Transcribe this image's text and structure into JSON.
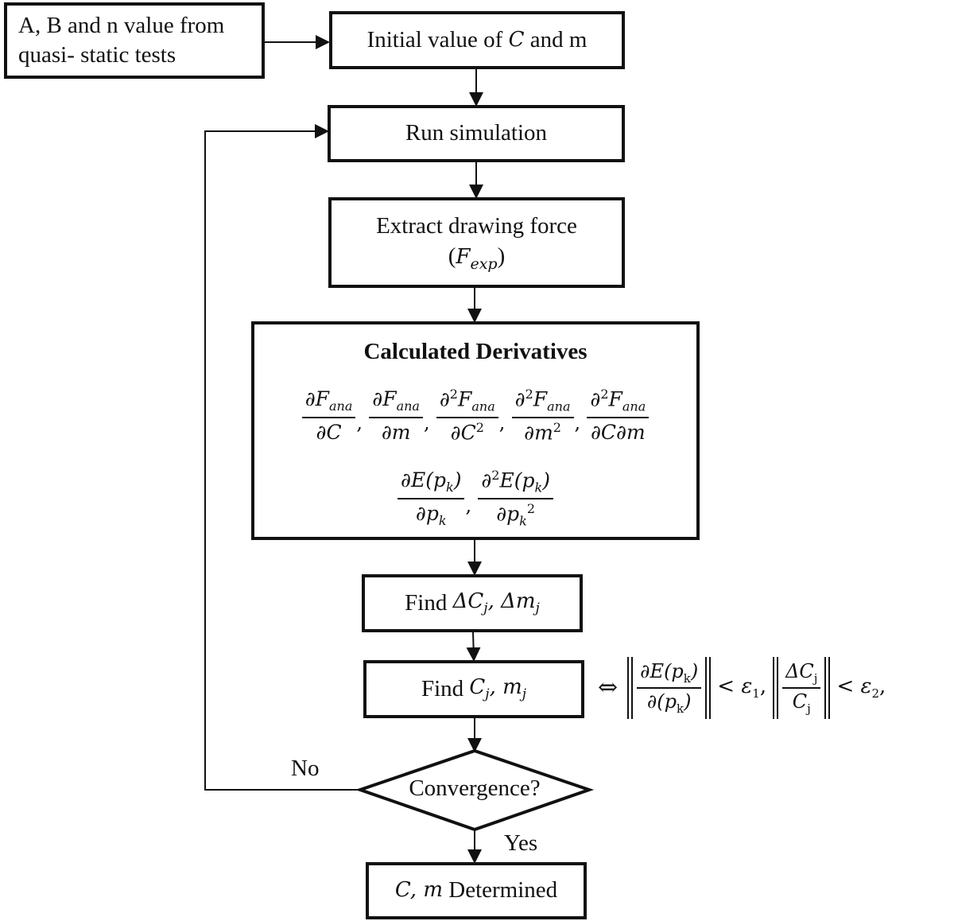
{
  "nodes": {
    "input": {
      "line1": "A, B and n value from",
      "line2": "quasi- static tests"
    },
    "initial": {
      "prefix": "Initial value of ",
      "var_c": "C",
      "suffix": " and m"
    },
    "run": {
      "label": "Run simulation"
    },
    "extract": {
      "line1": "Extract drawing force",
      "paren_open": "(",
      "sym": "F",
      "sub": "exp",
      "paren_close": ")"
    },
    "derivatives": {
      "title": "Calculated Derivatives",
      "row1": [
        {
          "num": "∂F",
          "num_sub": "ana",
          "den": "∂C"
        },
        {
          "num": "∂F",
          "num_sub": "ana",
          "den": "∂m"
        },
        {
          "num_pre": "∂",
          "num_sup": "2",
          "num": "F",
          "num_sub": "ana",
          "den": "∂C",
          "den_sup": "2"
        },
        {
          "num_pre": "∂",
          "num_sup": "2",
          "num": "F",
          "num_sub": "ana",
          "den": "∂m",
          "den_sup": "2"
        },
        {
          "num_pre": "∂",
          "num_sup": "2",
          "num": "F",
          "num_sub": "ana",
          "den": "∂C∂m"
        }
      ],
      "row2": [
        {
          "num": "∂E(p",
          "num_sub": "k",
          "num_post": ")",
          "den": "∂p",
          "den_sub": "k"
        },
        {
          "num_pre": "∂",
          "num_sup": "2",
          "num": "E(p",
          "num_sub": "k",
          "num_post": ")",
          "den": "∂p",
          "den_sub": "k",
          "den_sup": "2"
        }
      ],
      "separator": ","
    },
    "find_delta": {
      "prefix": "Find ",
      "expr": "ΔC",
      "sub1": "j",
      "mid": ", Δm",
      "sub2": "j"
    },
    "find_cm": {
      "prefix": "Find ",
      "expr": "C",
      "sub1": "j",
      "mid": ", m",
      "sub2": "j"
    },
    "convergence": {
      "label": "Convergence?"
    },
    "determined": {
      "expr": "C, m",
      "suffix": " Determined"
    }
  },
  "edges": {
    "no_label": "No",
    "yes_label": "Yes"
  },
  "condition": {
    "iff": "⇔",
    "frac1": {
      "num": "∂E(p",
      "num_sub": "k",
      "num_post": ")",
      "den": "∂(p",
      "den_sub": "k",
      "den_post": ")"
    },
    "lt1": "< ε",
    "eps1_sub": "1",
    "comma": ",",
    "frac2": {
      "num": "ΔC",
      "num_sub": "j",
      "den": "C",
      "den_sub": "j"
    },
    "lt2": "< ε",
    "eps2_sub": "2",
    "trail": ","
  }
}
